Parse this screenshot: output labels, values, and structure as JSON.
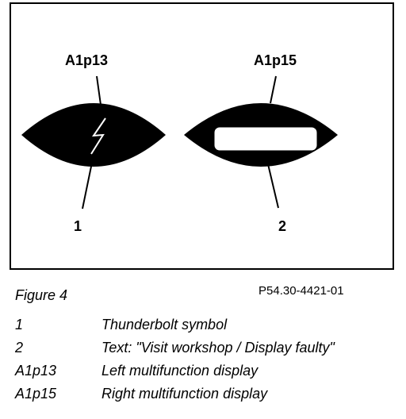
{
  "figure": {
    "labels": {
      "left_display": "A1p13",
      "right_display": "A1p15",
      "callout_1": "1",
      "callout_2": "2"
    },
    "colors": {
      "display_fill": "#000000",
      "text_window": "#ffffff",
      "background": "#ffffff"
    }
  },
  "caption": {
    "figure_label": "Figure 4",
    "reference": "P54.30-4421-01"
  },
  "legend": [
    {
      "key": "1",
      "description": "Thunderbolt symbol"
    },
    {
      "key": "2",
      "description": "Text: \"Visit workshop / Display faulty\""
    },
    {
      "key": "A1p13",
      "description": "Left multifunction display"
    },
    {
      "key": "A1p15",
      "description": "Right multifunction display"
    }
  ]
}
